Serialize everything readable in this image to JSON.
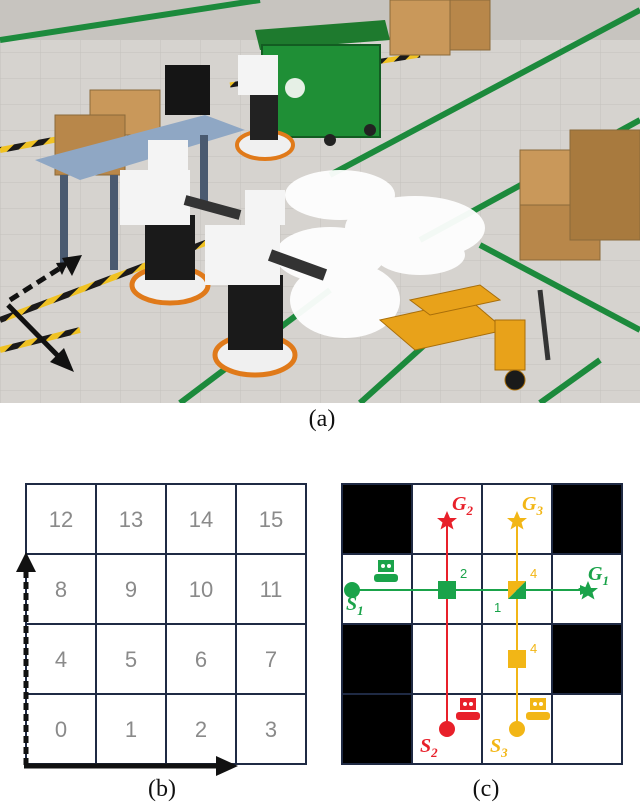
{
  "panel_a": {
    "caption": "(a)"
  },
  "panel_b": {
    "caption": "(b)",
    "rows": [
      [
        "12",
        "13",
        "14",
        "15"
      ],
      [
        "8",
        "9",
        "10",
        "11"
      ],
      [
        "4",
        "5",
        "6",
        "7"
      ],
      [
        "0",
        "1",
        "2",
        "3"
      ]
    ]
  },
  "panel_c": {
    "caption": "(c)",
    "dark_cells": [
      [
        0,
        0
      ],
      [
        0,
        3
      ],
      [
        2,
        0
      ],
      [
        2,
        3
      ],
      [
        3,
        0
      ]
    ],
    "labels": {
      "g1": "G",
      "g1_sub": "1",
      "g2": "G",
      "g2_sub": "2",
      "g3": "G",
      "g3_sub": "3",
      "s1": "S",
      "s1_sub": "1",
      "s2": "S",
      "s2_sub": "2",
      "s3": "S",
      "s3_sub": "3",
      "node_2": "2",
      "node_4a": "4",
      "node_1": "1",
      "node_4b": "4"
    },
    "colors": {
      "green": "#1aa34a",
      "red": "#e8202a",
      "yellow": "#f2b616",
      "grid_line": "#1f2a44",
      "dark": "#000000"
    }
  }
}
